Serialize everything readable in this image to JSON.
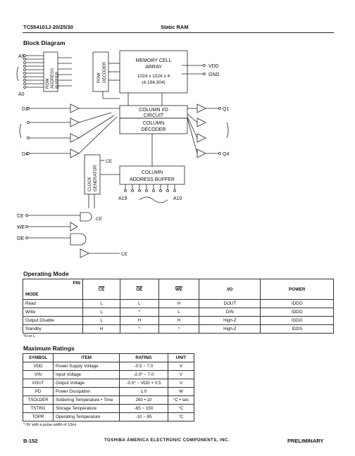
{
  "header": {
    "left": "TC554101J-20/25/30",
    "center": "Static RAM"
  },
  "block_diagram": {
    "title": "Block Diagram",
    "memory_cell_lines": [
      "MEMORY CELL",
      "ARRAY",
      "1024 x 1024 x 4",
      "(4,194,304)"
    ],
    "row_address_buffer": [
      "ROW",
      "ADDRESS",
      "BUFFER"
    ],
    "row_decoder": [
      "ROW",
      "DECODER"
    ],
    "column_io_lines": [
      "COLUMN I/O",
      "CIRCUIT"
    ],
    "column_decoder_lines": [
      "COLUMN",
      "DECODER"
    ],
    "column_address_buffer_lines": [
      "COLUMN",
      "ADDRESS BUFFER"
    ],
    "clock_generator": [
      "CLOCK",
      "GENERATOR"
    ],
    "vdd": "VDD",
    "gnd": "GND",
    "a9": "A9",
    "a0": "A0",
    "d1": "D1",
    "d4": "D4",
    "q1": "Q1",
    "q4": "Q4",
    "a19": "A19",
    "a10": "A10",
    "ce": "CE",
    "ce_bar": "CE",
    "we_bar": "WE",
    "oe_bar": "OE"
  },
  "operating_mode": {
    "title": "Operating Mode",
    "pin_label": "PIN",
    "mode_label": "MODE",
    "columns": [
      "CE",
      "OE",
      "WE",
      "I/O",
      "POWER"
    ],
    "rows": [
      [
        "Read",
        "L",
        "L",
        "H",
        "DOUT",
        "IDDO"
      ],
      [
        "Write",
        "L",
        "*",
        "L",
        "DIN",
        "IDDO"
      ],
      [
        "Output Disable",
        "L",
        "H",
        "H",
        "High-Z",
        "IDDO"
      ],
      [
        "Standby",
        "H",
        "*",
        "*",
        "High-Z",
        "IDDS"
      ]
    ],
    "note": "*H or L"
  },
  "maximum_ratings": {
    "title": "Maximum Ratings",
    "columns": [
      "SYMBOL",
      "ITEM",
      "RATING",
      "UNIT"
    ],
    "rows": [
      [
        "VDD",
        "Power Supply Voltage",
        "-0.5 ~ 7.0",
        "V"
      ],
      [
        "VIN",
        "Input Voltage",
        "-2.0* ~ 7.0",
        "V"
      ],
      [
        "VOUT",
        "Output Voltage",
        "-0.5* ~ VDD + 0.5",
        "V"
      ],
      [
        "PD",
        "Power Dissipation",
        "1.0",
        "W"
      ],
      [
        "TSOLDER",
        "Soldering Temperature • Time",
        "260 • 10",
        "°C • sec"
      ],
      [
        "TSTRG",
        "Storage Temperature",
        "-65 ~ 150",
        "°C"
      ],
      [
        "TOPR",
        "Operating Temperature",
        "-10 ~ 85",
        "°C"
      ]
    ],
    "note": "*-3V with a pulse width of 10ns"
  },
  "footer": {
    "page": "B-152",
    "company": "TOSHIBA AMERICA ELECTRONIC COMPONENTS, INC.",
    "status": "PRELIMINARY"
  }
}
